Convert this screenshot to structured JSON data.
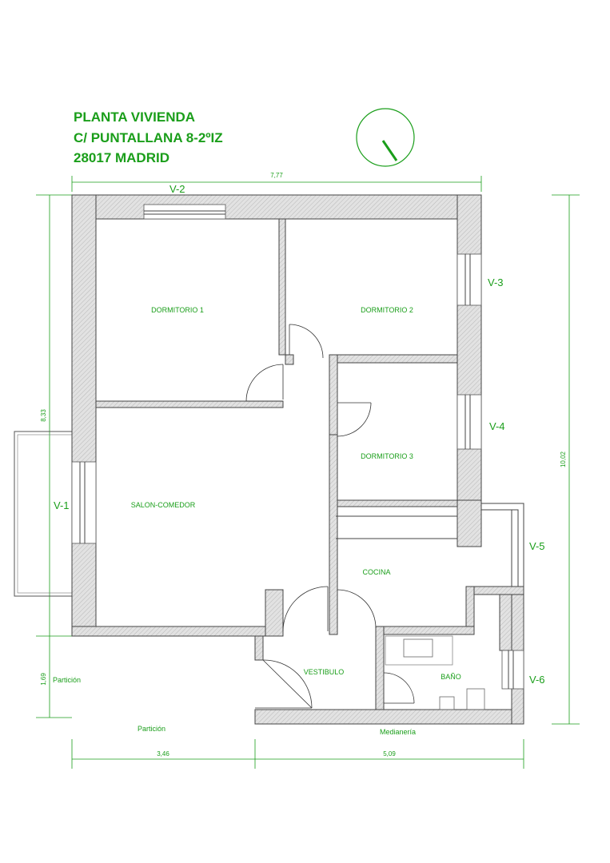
{
  "title": {
    "line1": "PLANTA VIVIENDA",
    "line2": "C/ PUNTALLANA 8-2ºIZ",
    "line3": "28017 MADRID"
  },
  "rooms": {
    "dormitorio1": "DORMITORIO 1",
    "dormitorio2": "DORMITORIO 2",
    "dormitorio3": "DORMITORIO 3",
    "salon": "SALON-COMEDOR",
    "cocina": "COCINA",
    "vestibulo": "VESTIBULO",
    "bano": "BAÑO"
  },
  "windows": {
    "v1": "V-1",
    "v2": "V-2",
    "v3": "V-3",
    "v4": "V-4",
    "v5": "V-5",
    "v6": "V-6"
  },
  "dimensions": {
    "top": "7,77",
    "left": "8,33",
    "right": "10,02",
    "left_lower": "1,69",
    "bottom_left": "3,46",
    "bottom_right": "5,09"
  },
  "notes": {
    "particion_left": "Partición",
    "particion_bottom": "Partición",
    "medianeria": "Medianería"
  },
  "colors": {
    "accent": "#1a9e1a",
    "wall_line": "#444444"
  }
}
